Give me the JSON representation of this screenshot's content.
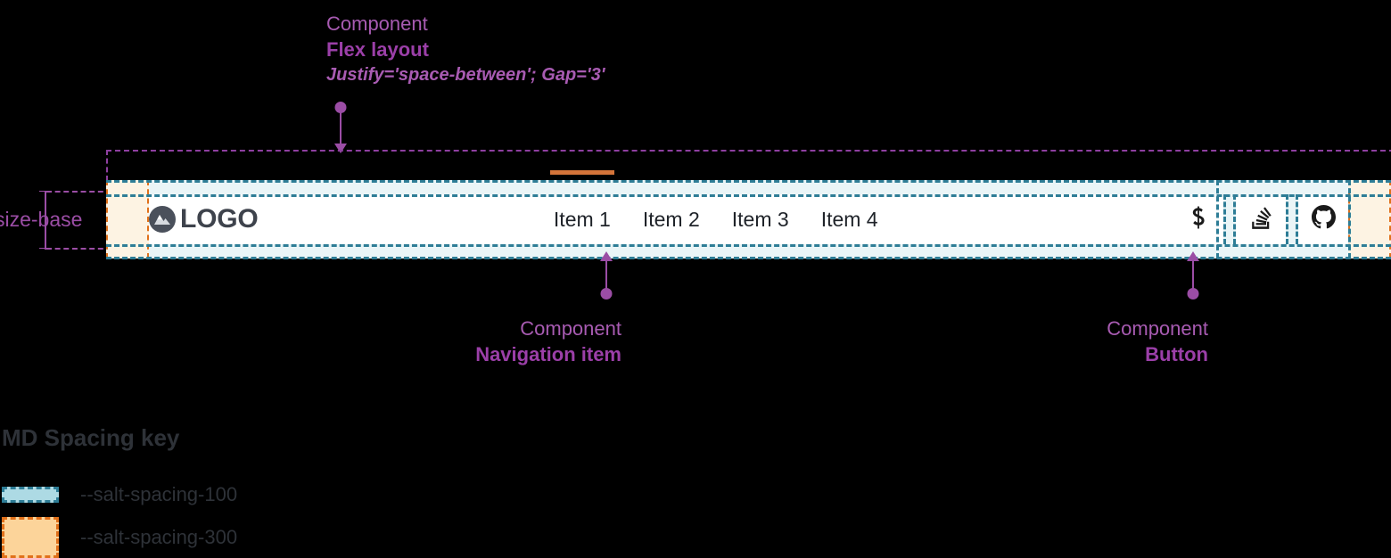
{
  "annotations": {
    "flex_layout": {
      "kind": "Component",
      "name": "Flex layout",
      "props": "Justify='space-between'; Gap='3'"
    },
    "navigation_item": {
      "kind": "Component",
      "name": "Navigation item"
    },
    "button": {
      "kind": "Component",
      "name": "Button"
    },
    "size_base": "size-base"
  },
  "navbar": {
    "logo": {
      "icon": "mountain-logo-icon",
      "text": "LOGO"
    },
    "items": [
      {
        "label": "Item 1",
        "active": true
      },
      {
        "label": "Item 2",
        "active": false
      },
      {
        "label": "Item 3",
        "active": false
      },
      {
        "label": "Item 4",
        "active": false
      }
    ],
    "actions": [
      {
        "icon": "salt-s-icon",
        "name": "salt-button"
      },
      {
        "icon": "stack-overflow-icon",
        "name": "stack-overflow-button"
      },
      {
        "icon": "github-icon",
        "name": "github-button"
      }
    ]
  },
  "legend": {
    "title": "MD Spacing key",
    "rows": [
      {
        "token": "--salt-spacing-100",
        "swatch": "spacing-100"
      },
      {
        "token": "--salt-spacing-300",
        "swatch": "spacing-300"
      }
    ]
  },
  "colors": {
    "annotation_purple": "#9B4DA5",
    "spacing_100_fill": "#ADDAE4",
    "spacing_100_border": "#2E7D96",
    "spacing_300_fill": "#FCD49A",
    "spacing_300_border": "#E0701A",
    "active_indicator": "#D4743A",
    "logo_mark": "#4A505B"
  }
}
